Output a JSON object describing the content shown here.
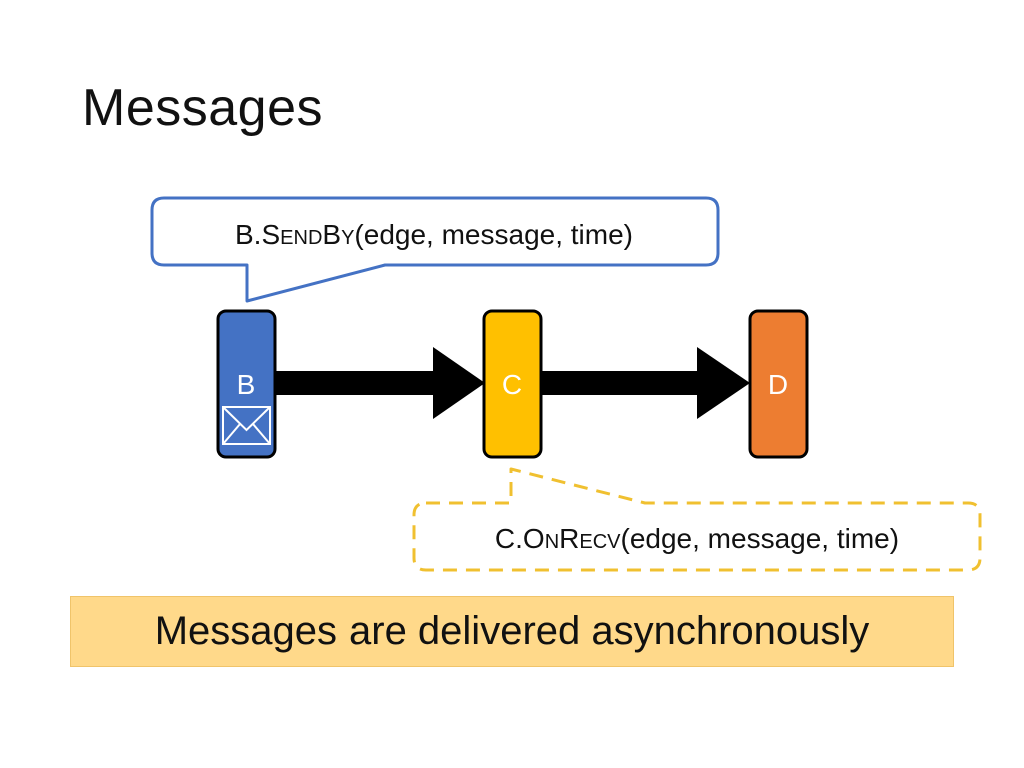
{
  "title": "Messages",
  "colors": {
    "node_b": "#4472c4",
    "node_c": "#ffc000",
    "node_d": "#ed7d31",
    "send_callout_border": "#4472c4",
    "recv_callout_border": "#f0c030",
    "caption_background": "#ffd98a",
    "arrow": "#000000"
  },
  "nodes": {
    "b": {
      "label": "B",
      "icon": "envelope-icon"
    },
    "c": {
      "label": "C"
    },
    "d": {
      "label": "D"
    }
  },
  "send_callout": {
    "prefix": "B.",
    "method_first": "S",
    "method_rest1": "END",
    "method_second": "B",
    "method_rest2": "Y",
    "args": "(edge, message, time)"
  },
  "recv_callout": {
    "prefix": "C.",
    "method_first": "O",
    "method_rest1": "N",
    "method_second": "R",
    "method_rest2": "ECV",
    "args": "(edge, message, time)"
  },
  "caption": {
    "lead": "Messages",
    "rest": "are delivered asynchronously"
  }
}
